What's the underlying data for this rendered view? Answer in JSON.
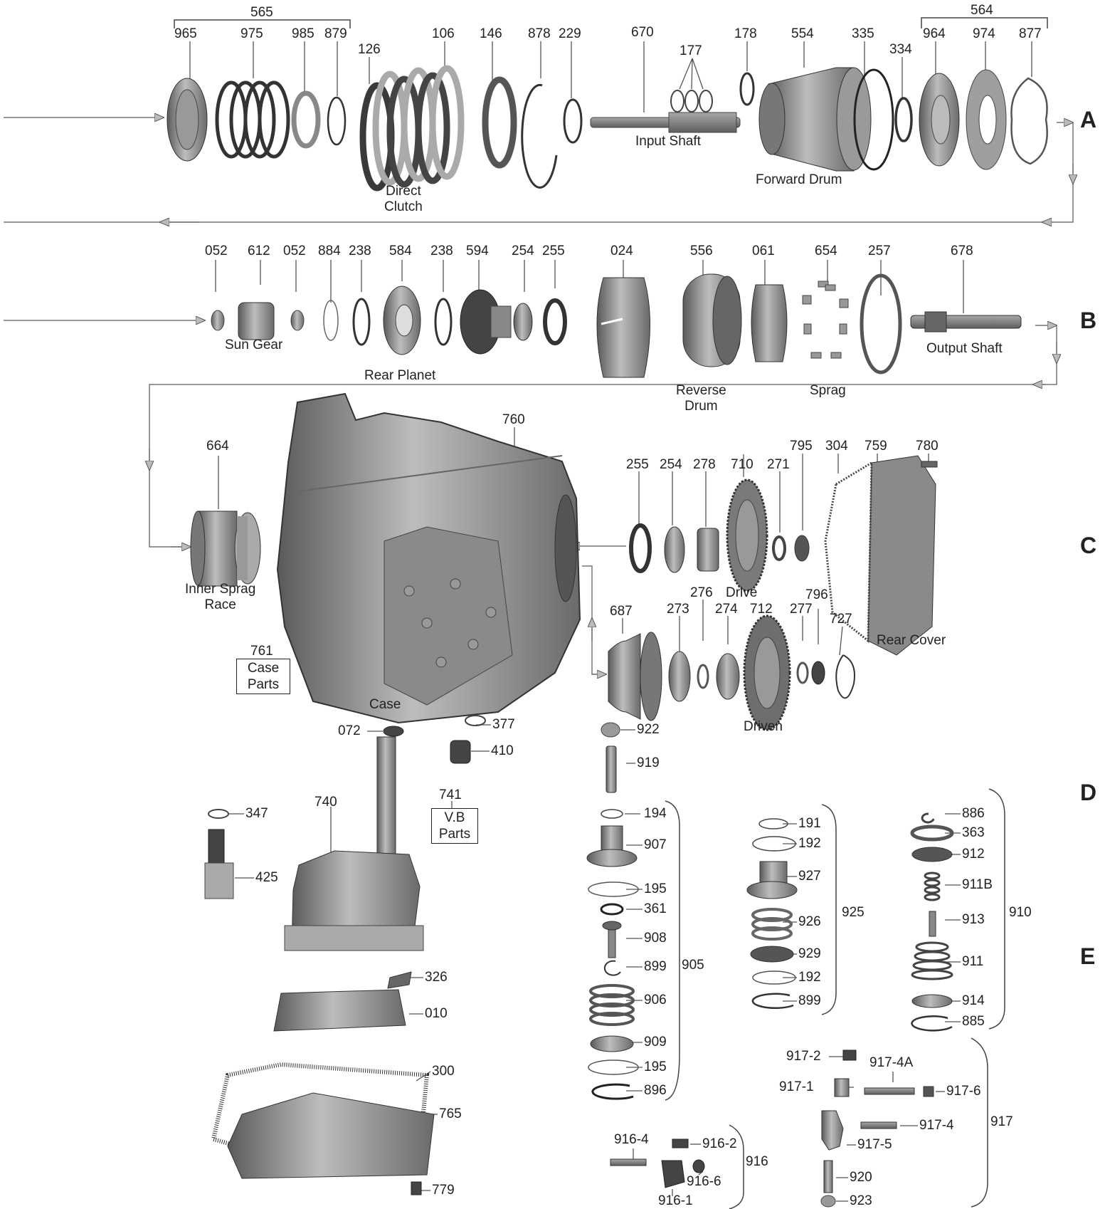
{
  "sections": [
    "A",
    "B",
    "C",
    "D",
    "E"
  ],
  "labels": {
    "565": "565",
    "965": "965",
    "975": "975",
    "985": "985",
    "879": "879",
    "126": "126",
    "106": "106",
    "146": "146",
    "878": "878",
    "229": "229",
    "670": "670",
    "177": "177",
    "178": "178",
    "554": "554",
    "335": "335",
    "334": "334",
    "564": "564",
    "964": "964",
    "974": "974",
    "877": "877",
    "052a": "052",
    "612": "612",
    "052b": "052",
    "884": "884",
    "238a": "238",
    "584": "584",
    "238b": "238",
    "594": "594",
    "254a": "254",
    "255a": "255",
    "024": "024",
    "556": "556",
    "061": "061",
    "654": "654",
    "257": "257",
    "678": "678",
    "664": "664",
    "760": "760",
    "255b": "255",
    "254b": "254",
    "278": "278",
    "710": "710",
    "271": "271",
    "795": "795",
    "304": "304",
    "759": "759",
    "780": "780",
    "687": "687",
    "273": "273",
    "276": "276",
    "274": "274",
    "712": "712",
    "277": "277",
    "796": "796",
    "727": "727",
    "072": "072",
    "377": "377",
    "410": "410",
    "922": "922",
    "919": "919",
    "740": "740",
    "347": "347",
    "425": "425",
    "326": "326",
    "010": "010",
    "300": "300",
    "765": "765",
    "779": "779",
    "194": "194",
    "907": "907",
    "195a": "195",
    "361": "361",
    "908": "908",
    "899a": "899",
    "906": "906",
    "909": "909",
    "195b": "195",
    "896": "896",
    "905": "905",
    "191": "191",
    "192a": "192",
    "927": "927",
    "926": "926",
    "929": "929",
    "192b": "192",
    "899b": "899",
    "925": "925",
    "886": "886",
    "363": "363",
    "912": "912",
    "911B": "911B",
    "913": "913",
    "911": "911",
    "914": "914",
    "885": "885",
    "910": "910",
    "917-2": "917-2",
    "917-4A": "917-4A",
    "917-1": "917-1",
    "917-6": "917-6",
    "917-4": "917-4",
    "917-5": "917-5",
    "917": "917",
    "920": "920",
    "923": "923",
    "916-4": "916-4",
    "916-2": "916-2",
    "916": "916",
    "916-6": "916-6",
    "916-1": "916-1"
  },
  "captions": {
    "input_shaft": "Input Shaft",
    "direct_clutch": [
      "Direct",
      "Clutch"
    ],
    "forward_drum": "Forward Drum",
    "sun_gear": "Sun Gear",
    "rear_planet": "Rear Planet",
    "reverse_drum": [
      "Reverse",
      "Drum"
    ],
    "sprag": "Sprag",
    "output_shaft": "Output Shaft",
    "inner_sprag_race": [
      "Inner Sprag",
      "Race"
    ],
    "drive": "Drive",
    "driven": "Driven",
    "rear_cover": "Rear Cover",
    "case": "Case"
  },
  "boxes": {
    "case_parts": {
      "number": "761",
      "lines": [
        "Case",
        "Parts"
      ]
    },
    "vb_parts": {
      "number": "741",
      "lines": [
        "V.B",
        "Parts"
      ]
    }
  },
  "colors": {
    "part": "#8a8a8a",
    "part_dark": "#555555",
    "part_light": "#b8b8b8",
    "line": "#666666"
  }
}
